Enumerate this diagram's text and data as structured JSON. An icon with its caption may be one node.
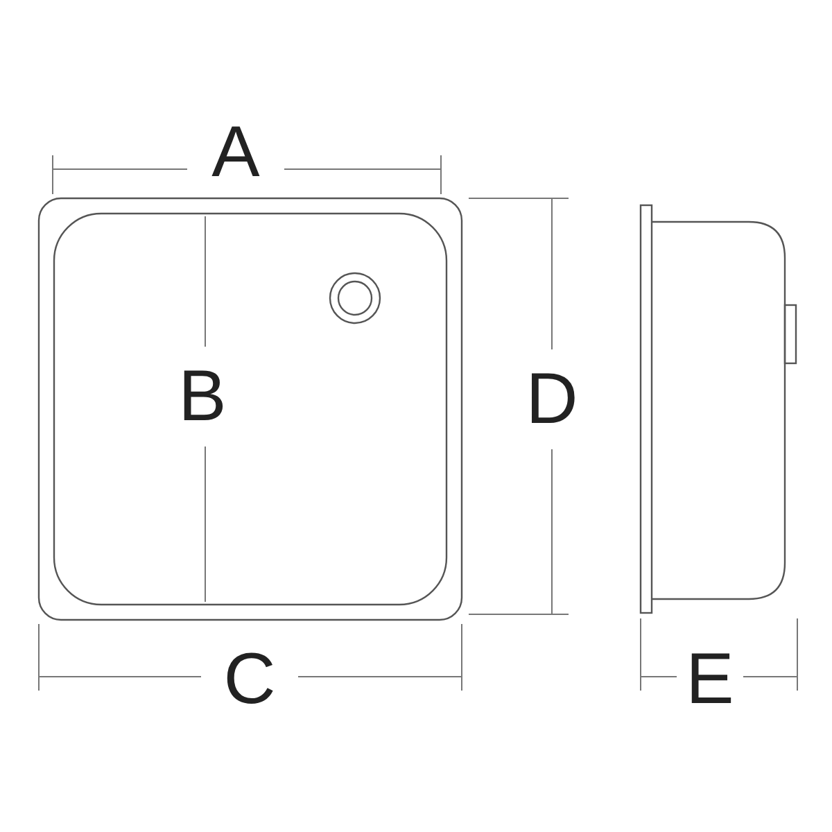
{
  "diagram": {
    "labels": [
      "A",
      "B",
      "C",
      "D",
      "E"
    ]
  }
}
